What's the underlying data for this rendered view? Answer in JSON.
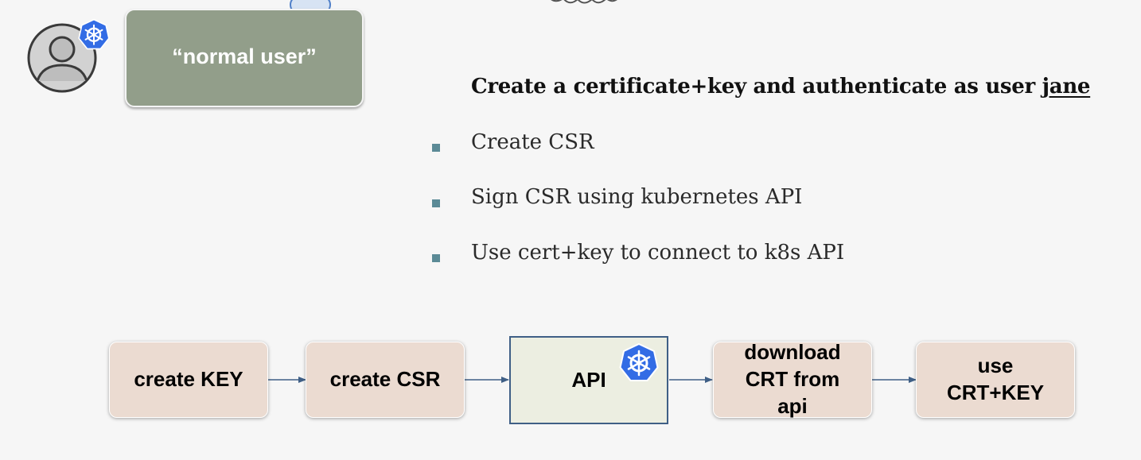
{
  "colors": {
    "normal_user_fill": "#929e8a",
    "step_fill": "#ebdbd1",
    "api_fill": "#eceee1",
    "api_border": "#3f5f86",
    "arrow": "#3f5f86",
    "bullet": "#5b8a96",
    "k8s_blue": "#326ce5"
  },
  "icons": {
    "avatar": "user-avatar-icon",
    "badge": "kubernetes-logo-icon",
    "cloud": "cloud-icon"
  },
  "actor": {
    "label": "“normal user”"
  },
  "task": {
    "heading_prefix": "Create a certificate+key and authenticate as user ",
    "heading_user": "jane",
    "bullets": [
      "Create CSR",
      "Sign CSR using kubernetes API",
      "Use cert+key to connect to k8s API"
    ]
  },
  "flow": {
    "steps": [
      {
        "lines": [
          "create KEY"
        ]
      },
      {
        "lines": [
          "create CSR"
        ]
      },
      {
        "lines": [
          "API"
        ]
      },
      {
        "lines": [
          "download",
          "CRT from",
          "api"
        ]
      },
      {
        "lines": [
          "use",
          "CRT+KEY"
        ]
      }
    ]
  }
}
